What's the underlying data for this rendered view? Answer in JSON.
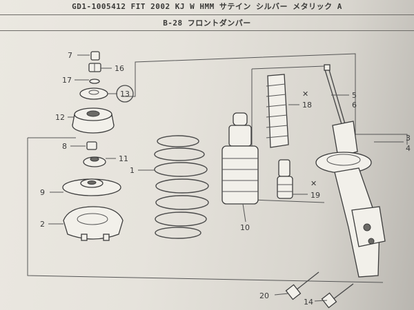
{
  "header": {
    "model_line": "GD1-1005412 FIT 2002 KJ W HMM サテイン シルバー メタリック A",
    "section_title": "B-28 フロントダンパー"
  },
  "callouts": {
    "c1": "1",
    "c2": "2",
    "c3": "3",
    "c4": "4",
    "c5": "5",
    "c6": "6",
    "c7": "7",
    "c8": "8",
    "c9": "9",
    "c10": "10",
    "c11": "11",
    "c12": "12",
    "c13": "13",
    "c14": "14",
    "c16": "16",
    "c17": "17",
    "c18": "18",
    "c19": "19",
    "c20": "20"
  },
  "markers": {
    "x1": "✕",
    "x2": "✕"
  },
  "colors": {
    "paper": "#e8e5de",
    "ink": "#3c3c3c",
    "circle_mark": "#4a4a4a"
  }
}
